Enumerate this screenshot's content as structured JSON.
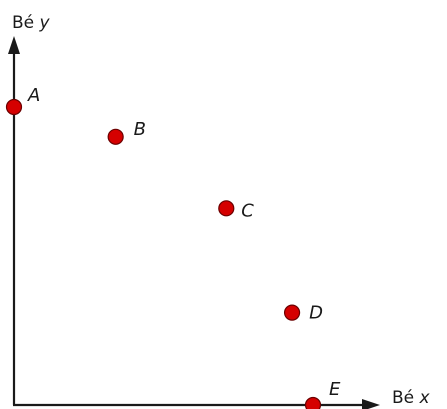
{
  "chart_data": {
    "type": "scatter",
    "xlabel_text": "Bé",
    "xlabel_var": "x",
    "ylabel_text": "Bé",
    "ylabel_var": "y",
    "xlim": [
      0,
      10
    ],
    "ylim": [
      0,
      10
    ],
    "grid": false,
    "legend": false,
    "point_color": "#d50000",
    "axis_color": "#1a1a1a",
    "points": [
      {
        "label": "A",
        "x": 0.0,
        "y": 10.0
      },
      {
        "label": "B",
        "x": 3.4,
        "y": 9.0
      },
      {
        "label": "C",
        "x": 7.1,
        "y": 6.6
      },
      {
        "label": "D",
        "x": 9.3,
        "y": 3.1
      },
      {
        "label": "E",
        "x": 10.0,
        "y": 0.0
      }
    ]
  }
}
